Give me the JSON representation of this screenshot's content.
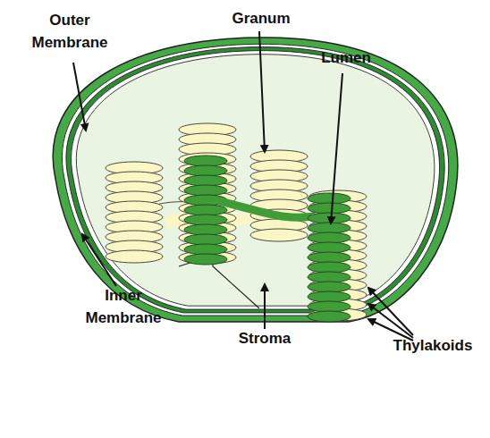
{
  "diagram": {
    "labels": [
      "Outer Membrane",
      "Granum",
      "Lumen",
      "Inner Membrane",
      "Stroma",
      "Thylakoids"
    ]
  }
}
